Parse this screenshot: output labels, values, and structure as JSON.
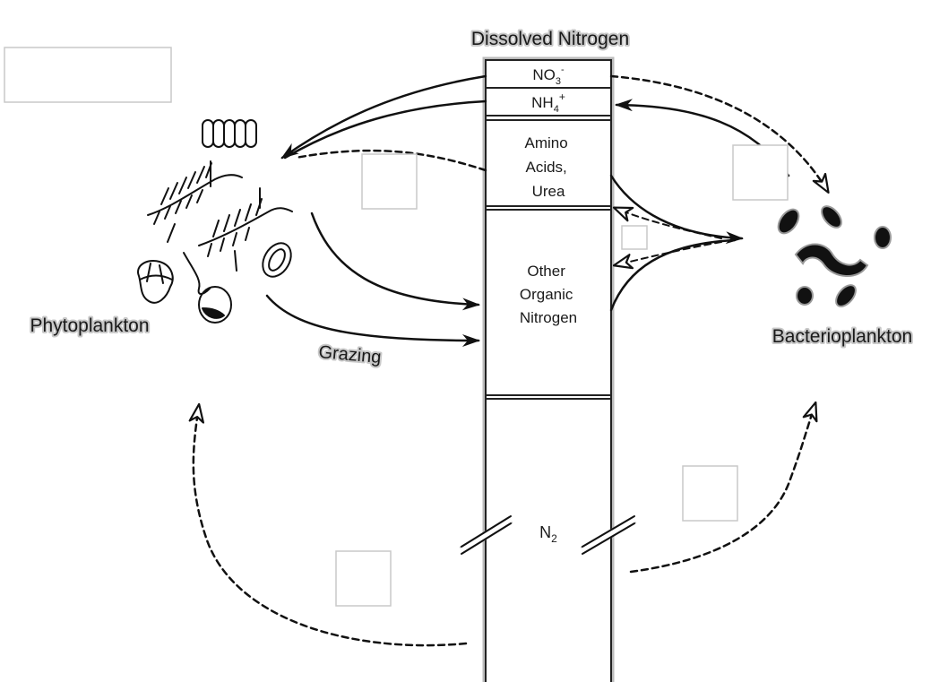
{
  "labels": {
    "dissolved_nitrogen": "Dissolved Nitrogen",
    "nitrate_base": "NO",
    "nitrate_sub": "3",
    "nitrate_sup": "-",
    "ammonium_base": "NH",
    "ammonium_sub": "4",
    "ammonium_sup": "+",
    "amino_line1": "Amino",
    "amino_line2": "Acids,",
    "amino_line3": "Urea",
    "other_line1": "Other",
    "other_line2": "Organic",
    "other_line3": "Nitrogen",
    "n2_base": "N",
    "n2_sub": "2",
    "phytoplankton": "Phytoplankton",
    "bacterioplankton": "Bacterioplankton",
    "grazing": "Grazing"
  },
  "colors": {
    "ink": "#111111",
    "halo": "#c8c8c8",
    "box_border": "#c9c9c9"
  },
  "answer_boxes": 5
}
